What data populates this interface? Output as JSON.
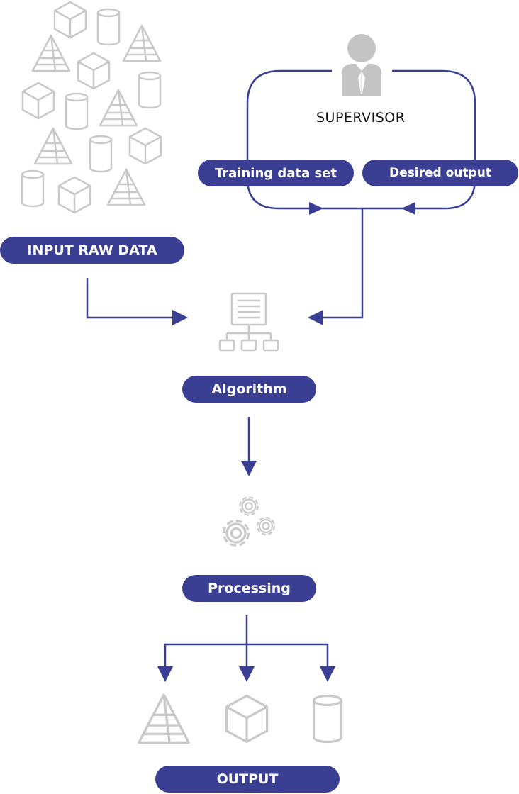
{
  "nodes": {
    "supervisor": "SUPERVISOR",
    "training_data_set": "Training data set",
    "desired_output": "Desired output",
    "input_raw_data": "INPUT RAW DATA",
    "algorithm": "Algorithm",
    "processing": "Processing",
    "output": "OUTPUT"
  },
  "icons": {
    "raw_data_shapes": [
      "cube-icon",
      "cylinder-icon",
      "pyramid-icon"
    ],
    "supervisor": "person-icon",
    "algorithm": "hierarchy-document-icon",
    "processing": "gears-icon",
    "output": [
      "pyramid-icon",
      "cube-icon",
      "cylinder-icon"
    ]
  },
  "colors": {
    "accent": "#3a3f94",
    "icon_gray": "#c9c9c9",
    "person_gray": "#c4c4c4",
    "text": "#111111"
  }
}
